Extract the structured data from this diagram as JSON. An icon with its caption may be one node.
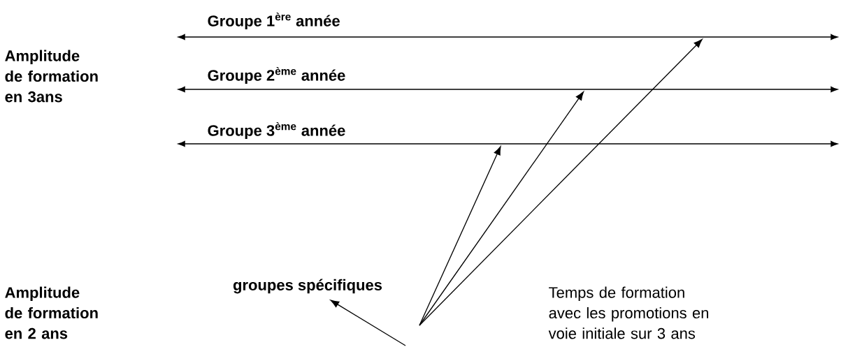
{
  "diagram": {
    "nodes": [
      {
        "text": [
          "Groupe 1$^{ère}$ année"
        ]
      },
      {
        "text": [
          "Groupe 2$^{ème}$ année"
        ]
      },
      {
        "text": [
          "Groupe 3$^{ème}$ année"
        ]
      },
      {
        "text": [
          "groupes spécifiques"
        ]
      }
    ],
    "edges": [
      {
        "from": null,
        "to": 3,
        "arrow": "to"
      },
      {
        "from": null,
        "to": 2,
        "arrow": "to"
      },
      {
        "from": null,
        "to": 1,
        "arrow": "to"
      },
      {
        "from": null,
        "to": 0,
        "arrow": "to"
      }
    ],
    "labels": [
      "Amplitude de formation en 3ans",
      "Amplitude de formation en 2 ans",
      "Temps de formation avec les promotions en voie initiale sur 3 ans"
    ]
  }
}
